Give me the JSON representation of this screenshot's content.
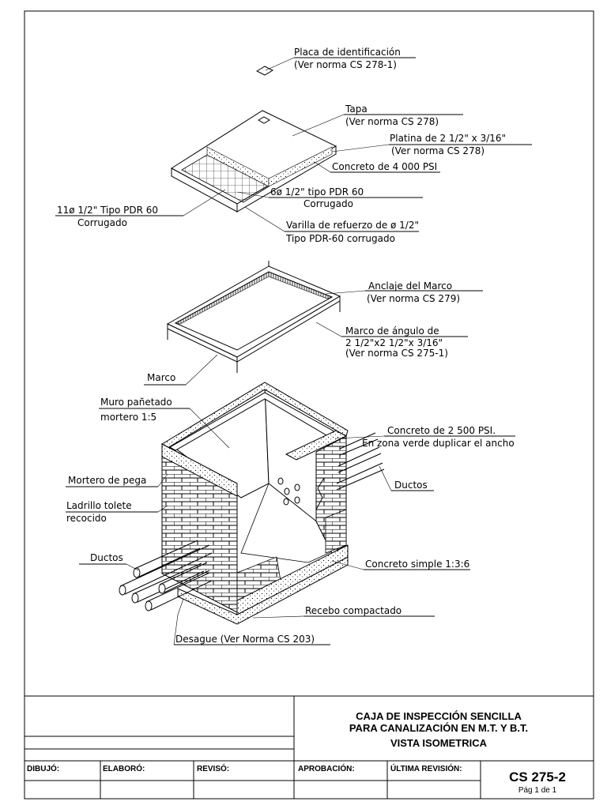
{
  "labels": {
    "placa": "Placa de identificación",
    "placa_norma": "(Ver norma CS 278-1)",
    "tapa": "Tapa",
    "tapa_norma": "(Ver norma CS 278)",
    "platina": "Platina de 2 1/2\" x 3/16\"",
    "platina_norma": "(Ver norma CS 278)",
    "concreto4000": "Concreto de 4 000 PSI",
    "seis_phi": "6ø 1/2\" tipo PDR 60",
    "seis_phi_b": "Corrugado",
    "once_phi": "11ø 1/2\" Tipo PDR 60",
    "once_phi_b": "Corrugado",
    "varilla": "Varilla de refuerzo de ø 1/2\"",
    "varilla_b": "Tipo  PDR-60 corrugado",
    "anclaje": "Anclaje del Marco",
    "anclaje_norma": "(Ver norma CS 279)",
    "marco_angulo": "Marco de ángulo de",
    "marco_angulo_b": "2 1/2\"x2 1/2\"x 3/16\"",
    "marco_angulo_norma": "(Ver norma CS 275-1)",
    "marco": "Marco",
    "muro": "Muro pañetado",
    "muro_b": "mortero 1:5",
    "concreto2500": "Concreto de 2 500 PSI.",
    "concreto2500_b": "En zona verde duplicar el ancho",
    "mortero_pega": "Mortero de pega",
    "ductos_right": "Ductos",
    "ladrillo": "Ladrillo tolete",
    "ladrillo_b": "recocido",
    "ductos_left": "Ductos",
    "concreto_simple": "Concreto simple 1:3:6",
    "recebo": "Recebo compactado",
    "desague": "Desague (Ver Norma CS 203)"
  },
  "title_block": {
    "title_line1": "CAJA DE INSPECCIÓN SENCILLA",
    "title_line2": "PARA CANALIZACIÓN EN M.T. Y B.T.",
    "title_line3": "VISTA ISOMETRICA",
    "dibujo": "DIBUJÓ:",
    "elaboro": "ELABORÓ:",
    "reviso": "REVISÓ:",
    "aprobacion": "APROBACIÓN:",
    "ultima_revision": "ÚLTIMA REVISIÓN:",
    "code": "CS 275-2",
    "page": "Pág 1 de 1"
  }
}
